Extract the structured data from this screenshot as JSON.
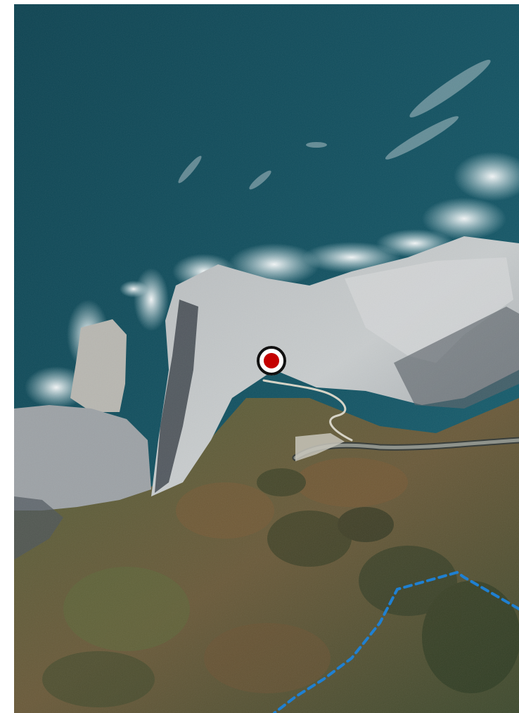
{
  "map": {
    "type": "satellite-aerial",
    "colors": {
      "sea_deep": "#0f4756",
      "sea_mid": "#165a6a",
      "surf": "#e9f2f2",
      "rock_light": "#c9cdcf",
      "rock_mid": "#a9aeb3",
      "rock_shadow": "#4e565c",
      "vegetation_dark": "#3f4a2c",
      "vegetation_mid": "#5c6436",
      "vegetation_brown": "#7a5c3a",
      "road": "#c4c2b8",
      "path_blue": "#1e7fd0",
      "marker_fill": "#c40000",
      "marker_ring": "#111111"
    },
    "marker": {
      "icon": "location-pin-icon"
    },
    "route": {
      "style": "dashed",
      "icon": "dashed-trail-line"
    }
  }
}
